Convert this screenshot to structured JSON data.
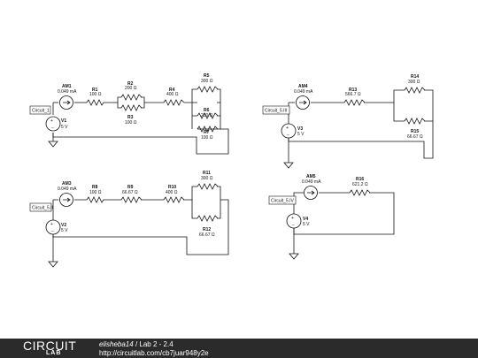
{
  "circuits": [
    {
      "node_label": "Circuit_1",
      "ammeter": {
        "name": "AM1",
        "value": "0.049 mA"
      },
      "source": {
        "name": "V1",
        "value": "5 V"
      },
      "resistors": [
        {
          "name": "R1",
          "value": "100 Ω"
        },
        {
          "name": "R2",
          "value": "200 Ω"
        },
        {
          "name": "R3",
          "value": "100 Ω"
        },
        {
          "name": "R4",
          "value": "400 Ω"
        },
        {
          "name": "R5",
          "value": "300 Ω"
        },
        {
          "name": "R6",
          "value": "200 Ω"
        },
        {
          "name": "R7",
          "value": "100 Ω"
        }
      ]
    },
    {
      "node_label": "Circuit_5.III",
      "ammeter": {
        "name": "AM4",
        "value": "0.049 mA"
      },
      "source": {
        "name": "V3",
        "value": "5 V"
      },
      "resistors": [
        {
          "name": "R13",
          "value": "566.7 Ω"
        },
        {
          "name": "R14",
          "value": "300 Ω"
        },
        {
          "name": "R15",
          "value": "66.67 Ω"
        }
      ]
    },
    {
      "node_label": "Circuit_5.II",
      "ammeter": {
        "name": "AM3",
        "value": "0.049 mA"
      },
      "source": {
        "name": "V2",
        "value": "5 V"
      },
      "resistors": [
        {
          "name": "R8",
          "value": "100 Ω"
        },
        {
          "name": "R9",
          "value": "66.67 Ω"
        },
        {
          "name": "R10",
          "value": "400 Ω"
        },
        {
          "name": "R11",
          "value": "300 Ω"
        },
        {
          "name": "R12",
          "value": "66.67 Ω"
        }
      ]
    },
    {
      "node_label": "Circuit_5.IV",
      "ammeter": {
        "name": "AM5",
        "value": "0.049 mA"
      },
      "source": {
        "name": "V4",
        "value": "5 V"
      },
      "resistors": [
        {
          "name": "R16",
          "value": "621.2 Ω"
        }
      ]
    }
  ],
  "footer": {
    "logo_top": "CIRCUIT",
    "logo_bottom": "LAB",
    "user": "elisheba14",
    "separator": "/",
    "title": "Lab 2 - 2.4",
    "url": "http://circuitlab.com/cb7juar948y2e"
  }
}
